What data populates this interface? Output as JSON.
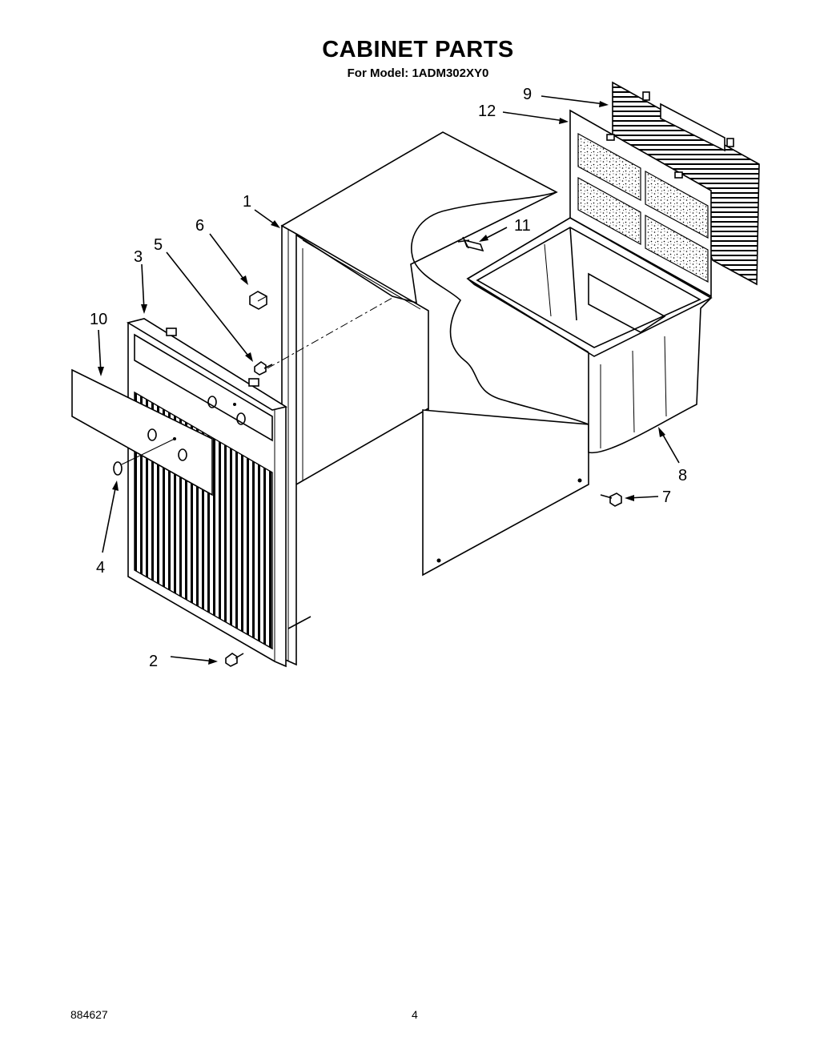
{
  "header": {
    "title": "CABINET PARTS",
    "subtitle": "For Model: 1ADM302XY0"
  },
  "footer": {
    "doc_number": "884627",
    "page_number": "4"
  },
  "callouts": {
    "c1": "1",
    "c2": "2",
    "c3": "3",
    "c4": "4",
    "c5": "5",
    "c6": "6",
    "c7": "7",
    "c8": "8",
    "c9": "9",
    "c10": "10",
    "c11": "11",
    "c12": "12"
  }
}
